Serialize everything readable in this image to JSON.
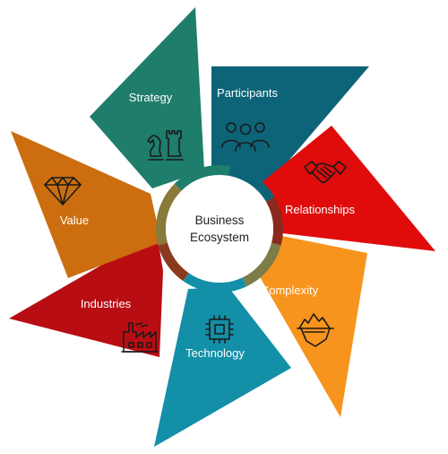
{
  "center": {
    "line1": "Business",
    "line2": "Ecosystem"
  },
  "petals": [
    {
      "id": "strategy",
      "label": "Strategy",
      "color": "#1e7d6b",
      "icon": "chess-icon"
    },
    {
      "id": "participants",
      "label": "Participants",
      "color": "#0d6478",
      "icon": "people-icon"
    },
    {
      "id": "relationships",
      "label": "Relationships",
      "color": "#e00b0b",
      "icon": "handshake-icon"
    },
    {
      "id": "complexity",
      "label": "Complexity",
      "color": "#f7941d",
      "icon": "iceberg-icon"
    },
    {
      "id": "technology",
      "label": "Technology",
      "color": "#138fa8",
      "icon": "chip-icon"
    },
    {
      "id": "industries",
      "label": "Industries",
      "color": "#b80d13",
      "icon": "factory-icon"
    },
    {
      "id": "value",
      "label": "Value",
      "color": "#cc6e0f",
      "icon": "diamond-icon"
    }
  ],
  "ring_colors": [
    "#1e7d6b",
    "#0d6478",
    "#8a2a1e",
    "#7d7d4a",
    "#138fa8",
    "#8a3a1e",
    "#8a7a3a"
  ]
}
